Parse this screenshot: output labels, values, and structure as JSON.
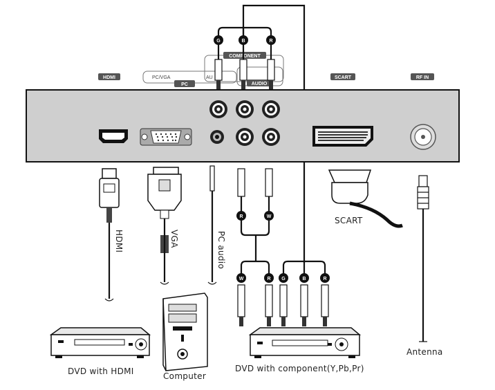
{
  "panel_labels": {
    "hdmi": "HDMI",
    "pc_vga": "PC/VGA",
    "audio_small": "AU",
    "pc": "PC",
    "audio": "AUDIO",
    "component": "COMPONENT",
    "scart": "SCART",
    "rf_in": "RF IN"
  },
  "badges": {
    "g": "G",
    "b": "B",
    "r": "R",
    "w": "W"
  },
  "cable_labels": {
    "hdmi": "HDMI",
    "vga": "VGA",
    "pc_audio": "PC audio",
    "scart": "SCART",
    "antenna": "Antenna"
  },
  "device_labels": {
    "dvd_hdmi": "DVD with HDMI",
    "computer": "Computer",
    "dvd_component": "DVD with component(Y,Pb,Pr)"
  }
}
